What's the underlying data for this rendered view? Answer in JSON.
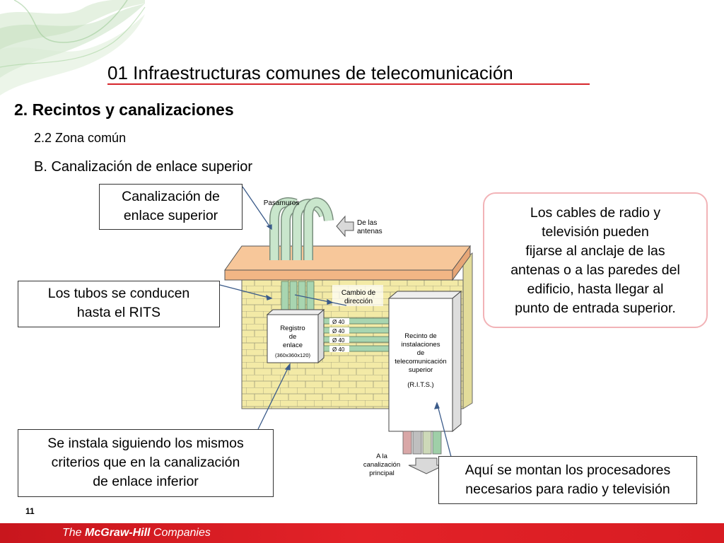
{
  "slide": {
    "title": "01  Infraestructuras comunes de telecomunicación",
    "section": "2. Recintos y canalizaciones",
    "subsection": "2.2 Zona común",
    "subsubsection": "B. Canalización de enlace superior",
    "page_number": "11"
  },
  "callouts": {
    "canalizacion": [
      "Canalización de",
      "enlace superior"
    ],
    "tubos": [
      "Los tubos se conducen",
      "hasta el RITS"
    ],
    "instala": [
      "Se instala siguiendo los mismos",
      "criterios que en la canalización",
      "de enlace inferior"
    ],
    "procesadores": [
      "Aquí se montan los procesadores",
      "necesarios para radio y televisión"
    ],
    "cables": [
      "Los cables de radio y",
      "televisión pueden",
      "fijarse al anclaje de las",
      "antenas o a las paredes del",
      "edificio, hasta llegar al",
      "punto de entrada superior."
    ]
  },
  "diagram": {
    "pasamuros": "Pasamuros",
    "de_las_antenas": [
      "De las",
      "antenas"
    ],
    "cambio_direccion": [
      "Cambio de",
      "dirección"
    ],
    "registro": [
      "Registro",
      "de",
      "enlace"
    ],
    "registro_dim": "(360x360x120)",
    "tubes": [
      "Ø 40",
      "Ø 40",
      "Ø 40",
      "Ø 40"
    ],
    "recinto": [
      "Recinto de",
      "instalaciones",
      "de",
      "telecomunicación",
      "superior"
    ],
    "rits": "(R.I.T.S.)",
    "a_la_canalizacion": [
      "A la",
      "canalización",
      "principal"
    ]
  },
  "footer": {
    "the": "The ",
    "brand": "McGraw-Hill",
    "companies": " Companies"
  },
  "colors": {
    "title_rule": "#d6262b",
    "footer_bar": "#e32228",
    "roof": "#f7c79a",
    "brick": "#f3eaa6",
    "tube_green": "#a8d5b0",
    "callout_border_pink": "#f2b3b7"
  }
}
